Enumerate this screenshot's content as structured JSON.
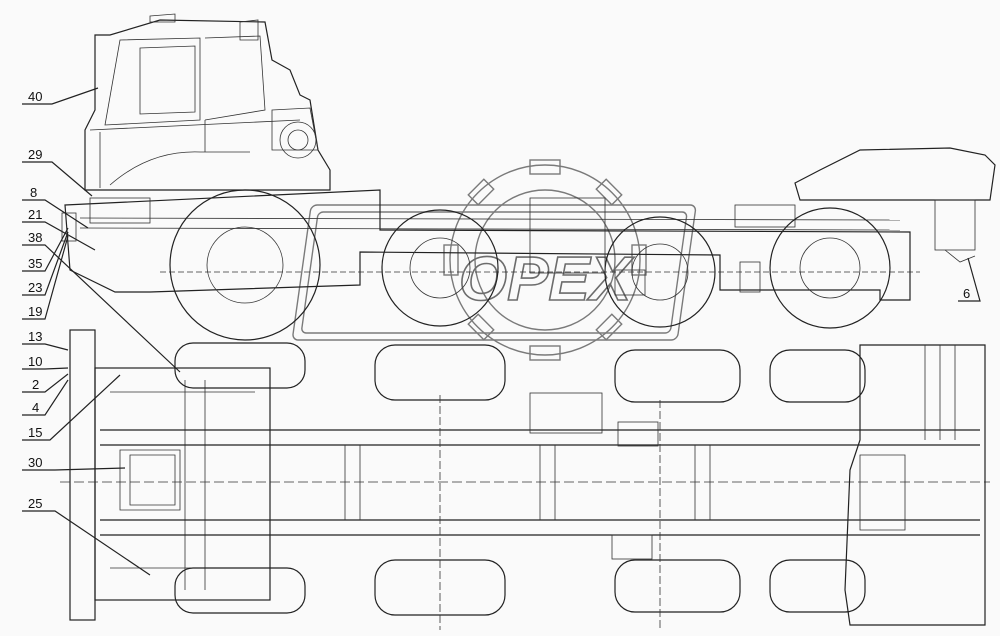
{
  "callouts": {
    "c40": "40",
    "c29": "29",
    "c8": "8",
    "c21": "21",
    "c38": "38",
    "c35": "35",
    "c23": "23",
    "c19": "19",
    "c13": "13",
    "c10": "10",
    "c2": "2",
    "c4": "4",
    "c15": "15",
    "c30": "30",
    "c25": "25",
    "c6": "6"
  },
  "watermark": {
    "text": "OPEX"
  }
}
